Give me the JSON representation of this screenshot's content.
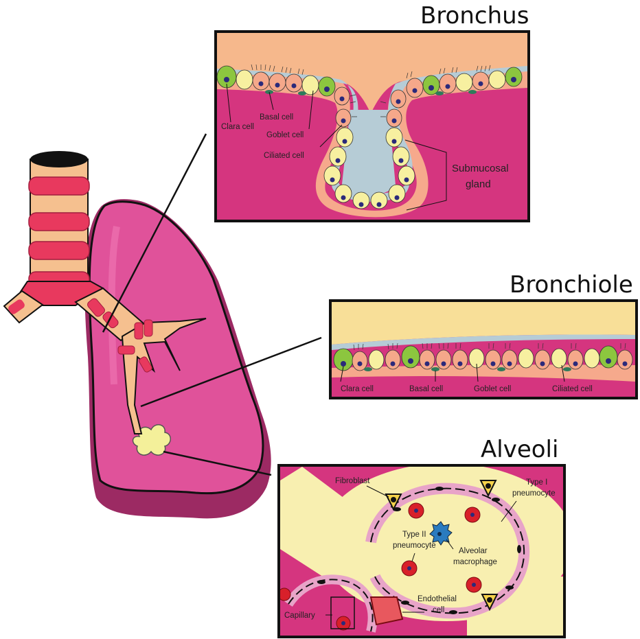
{
  "titles": {
    "bronchus": "Bronchus",
    "bronchiole": "Bronchiole",
    "alveoli": "Alveoli"
  },
  "bronchus_labels": {
    "clara": "Clara cell",
    "basal": "Basal cell",
    "goblet": "Goblet cell",
    "ciliated": "Ciliated cell",
    "submucosal_1": "Submucosal",
    "submucosal_2": "gland"
  },
  "bronchiole_labels": {
    "clara": "Clara cell",
    "basal": "Basal cell",
    "goblet": "Goblet cell",
    "ciliated": "Ciliated cell"
  },
  "alveoli_labels": {
    "fibroblast": "Fibroblast",
    "type1_1": "Type I",
    "type1_2": "pneumocyte",
    "type2_1": "Type II",
    "type2_2": "pneumocyte",
    "macrophage_1": "Alveolar",
    "macrophage_2": "macrophage",
    "endothelial_1": "Endothelial",
    "endothelial_2": "cell",
    "capillary": "Capillary"
  },
  "colors": {
    "lung": "#e0529a",
    "lung_dark": "#9c2a63",
    "tissue": "#d5357f",
    "airway": "#f5c08f",
    "cartilage": "#e8395e",
    "lumen": "#f8efb0",
    "mucus": "#b6ccd6",
    "ciliated": "#f5a88a",
    "clara": "#8cc63f",
    "goblet": "#f7f0a0",
    "nucleus": "#2b2a7a",
    "macrophage": "#2a7bbf",
    "rbc": "#d8202a",
    "endothelial": "#e8a4c8"
  }
}
